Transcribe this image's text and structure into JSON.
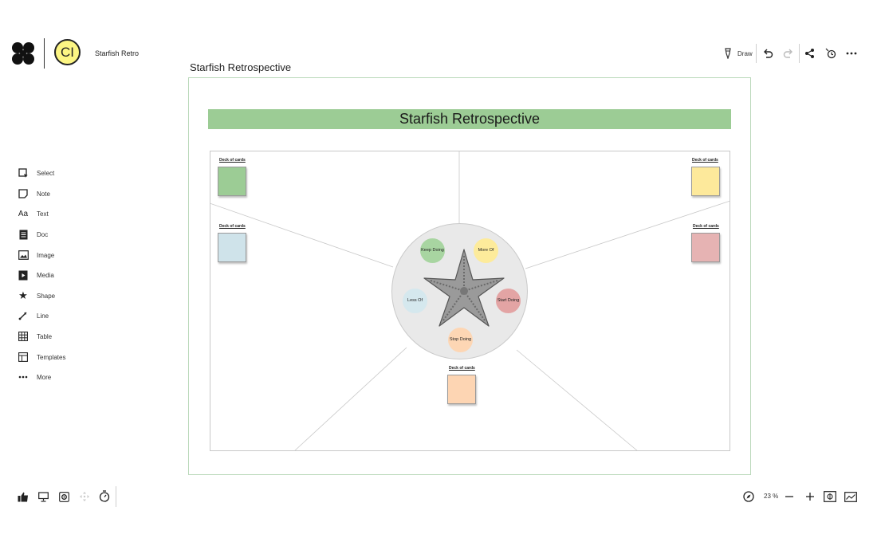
{
  "header": {
    "avatar_initials": "CI",
    "board_name": "Starfish Retro"
  },
  "page_title": "Starfish Retrospective",
  "toolbar_right": {
    "draw_label": "Draw",
    "icons": [
      "pen-icon",
      "undo-icon",
      "redo-icon",
      "share-icon",
      "history-icon",
      "more-icon"
    ]
  },
  "left_toolbar": {
    "items": [
      {
        "label": "Select",
        "icon": "select-icon"
      },
      {
        "label": "Note",
        "icon": "note-icon"
      },
      {
        "label": "Text",
        "icon": "text-icon"
      },
      {
        "label": "Doc",
        "icon": "doc-icon"
      },
      {
        "label": "Image",
        "icon": "image-icon"
      },
      {
        "label": "Media",
        "icon": "media-icon"
      },
      {
        "label": "Shape",
        "icon": "shape-icon"
      },
      {
        "label": "Line",
        "icon": "line-icon"
      },
      {
        "label": "Table",
        "icon": "table-icon"
      },
      {
        "label": "Templates",
        "icon": "templates-icon"
      },
      {
        "label": "More",
        "icon": "more-icon"
      }
    ]
  },
  "canvas": {
    "banner_title": "Starfish Retrospective",
    "categories": {
      "keep_doing": "Keep Doing",
      "more_of": "More Of",
      "start_doing": "Start Doing",
      "stop_doing": "Stop Doing",
      "less_of": "Less Of"
    },
    "decks": {
      "top_left": {
        "label": "Deck of cards",
        "color": "#9ccc95"
      },
      "mid_left": {
        "label": "Deck of cards",
        "color": "#cfe3ea"
      },
      "top_right": {
        "label": "Deck of cards",
        "color": "#fde99b"
      },
      "mid_right": {
        "label": "Deck of cards",
        "color": "#e6b3b3"
      },
      "bottom": {
        "label": "Deck of cards",
        "color": "#fdd5b3"
      }
    },
    "colors": {
      "banner": "#9ccc95",
      "keep_doing": "#a8d5a1",
      "more_of": "#fdeb9b",
      "start_doing": "#e3a4a4",
      "stop_doing": "#fdd6b4",
      "less_of": "#d5e8ee"
    }
  },
  "bottom_bar": {
    "left_icons": [
      "thumbs-up-icon",
      "present-icon",
      "settings-icon",
      "move-icon",
      "timer-icon"
    ],
    "zoom": "23 %",
    "right_icons": [
      "compass-icon",
      "zoom-out-icon",
      "zoom-in-icon",
      "fit-icon",
      "minimap-icon"
    ]
  }
}
